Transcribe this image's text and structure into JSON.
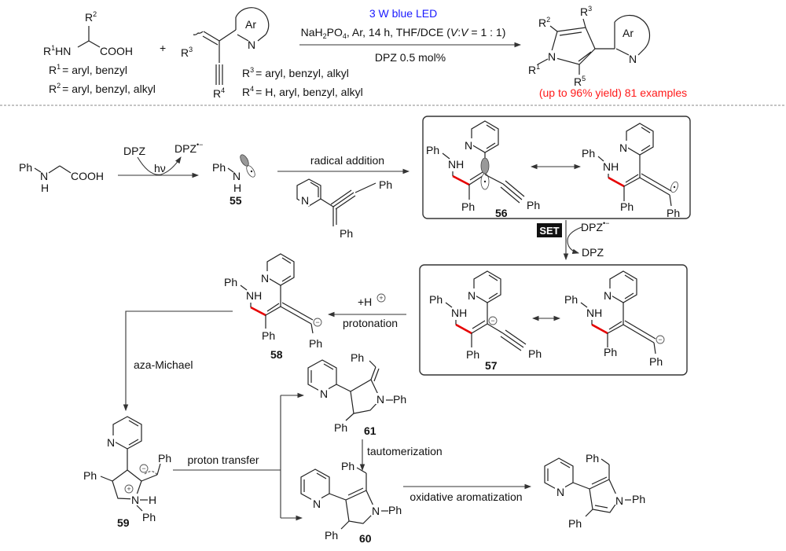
{
  "general_scheme": {
    "reactant1": {
      "r2": "R",
      "r2_sup": "2",
      "r1hn": "HN",
      "r1": "R",
      "r1_sup": "1",
      "cooh": "COOH",
      "def_r1": "= aryl, benzyl",
      "def_r2": "= aryl, benzyl, alkyl"
    },
    "plus": "+",
    "reactant2": {
      "ar": "Ar",
      "n": "N",
      "r3": "R",
      "r3_sup": "3",
      "r4": "R",
      "r4_sup": "4",
      "def_r3": "= aryl, benzyl, alkyl",
      "def_r4": "= H, aryl, benzyl, alkyl"
    },
    "conditions": {
      "light": "3 W blue LED",
      "line2_a": "NaH",
      "line2_sub1": "2",
      "line2_b": "PO",
      "line2_sub2": "4",
      "line2_c": ", Ar, 14 h, THF/DCE (",
      "line2_v1": "V",
      "line2_colon": ":",
      "line2_v2": "V",
      "line2_d": " = 1 : 1)",
      "catalyst": "DPZ 0.5 mol%"
    },
    "product": {
      "r2": "R",
      "r2_sup": "2",
      "r3": "R",
      "r3_sup": "3",
      "r1": "R",
      "r1_sup": "1",
      "r5": "R",
      "r5_sup": "5",
      "n_pyrrole": "N",
      "ar": "Ar",
      "n_ar": "N",
      "yield": "(up to 96% yield) 81 examples"
    }
  },
  "mechanism": {
    "start": {
      "ph": "Ph",
      "n": "N",
      "h": "H",
      "cooh": "COOH"
    },
    "photo": {
      "dpz": "DPZ",
      "dpz_radical": "DPZ",
      "radical_sup": "•−",
      "hv": "hν"
    },
    "radical55": {
      "ph": "Ph",
      "n": "N",
      "h": "H",
      "label": "55"
    },
    "step_radical_addition": "radical addition",
    "enyne": {
      "n": "N",
      "ph1": "Ph",
      "ph2": "Ph"
    },
    "int56": {
      "a": {
        "ph": "Ph",
        "nh": "NH",
        "n": "N",
        "ph_lower": "Ph",
        "ph_alkyne": "Ph"
      },
      "b": {
        "ph": "Ph",
        "nh": "NH",
        "n": "N",
        "ph_lower": "Ph",
        "ph_term": "Ph"
      },
      "label": "56"
    },
    "set_step": {
      "badge": "SET",
      "dpz_in": "DPZ",
      "dpz_in_sup": "•−",
      "dpz_out": "DPZ"
    },
    "int57": {
      "a": {
        "ph": "Ph",
        "nh": "NH",
        "n": "N",
        "ph_lower": "Ph",
        "ph_alkyne": "Ph",
        "charge": "−"
      },
      "b": {
        "ph": "Ph",
        "nh": "NH",
        "n": "N",
        "ph_lower": "Ph",
        "ph_term": "Ph",
        "charge": "−"
      },
      "label": "57"
    },
    "step_protonation": {
      "reagent": "+H",
      "charge": "+",
      "label": "protonation"
    },
    "int58": {
      "ph": "Ph",
      "nh": "NH",
      "n": "N",
      "ph_lower": "Ph",
      "ph_term": "Ph",
      "charge": "−",
      "label": "58"
    },
    "step_aza_michael": "aza-Michael",
    "int59": {
      "n_py": "N",
      "ph_left": "Ph",
      "ph_top": "Ph",
      "n_plus": "N",
      "h": "H",
      "ph_n": "Ph",
      "charge_minus": "−",
      "charge_plus": "+",
      "label": "59"
    },
    "step_proton_transfer": "proton transfer",
    "int61": {
      "ph_top": "Ph",
      "n_py": "N",
      "n_ring": "N",
      "ph_n": "Ph",
      "ph_left": "Ph",
      "label": "61"
    },
    "step_tautomerization": "tautomerization",
    "int60": {
      "ph_top": "Ph",
      "n_py": "N",
      "n_ring": "N",
      "ph_n": "Ph",
      "ph_left": "Ph",
      "label": "60"
    },
    "step_oxidative": "oxidative aromatization",
    "final": {
      "ph_top": "Ph",
      "n_py": "N",
      "n_ring": "N",
      "ph_n": "Ph",
      "ph_left": "Ph"
    }
  },
  "colors": {
    "highlight_bond": "#e60000",
    "conditions_blue": "#1a1aff",
    "yield_red": "#ff1a1a"
  }
}
